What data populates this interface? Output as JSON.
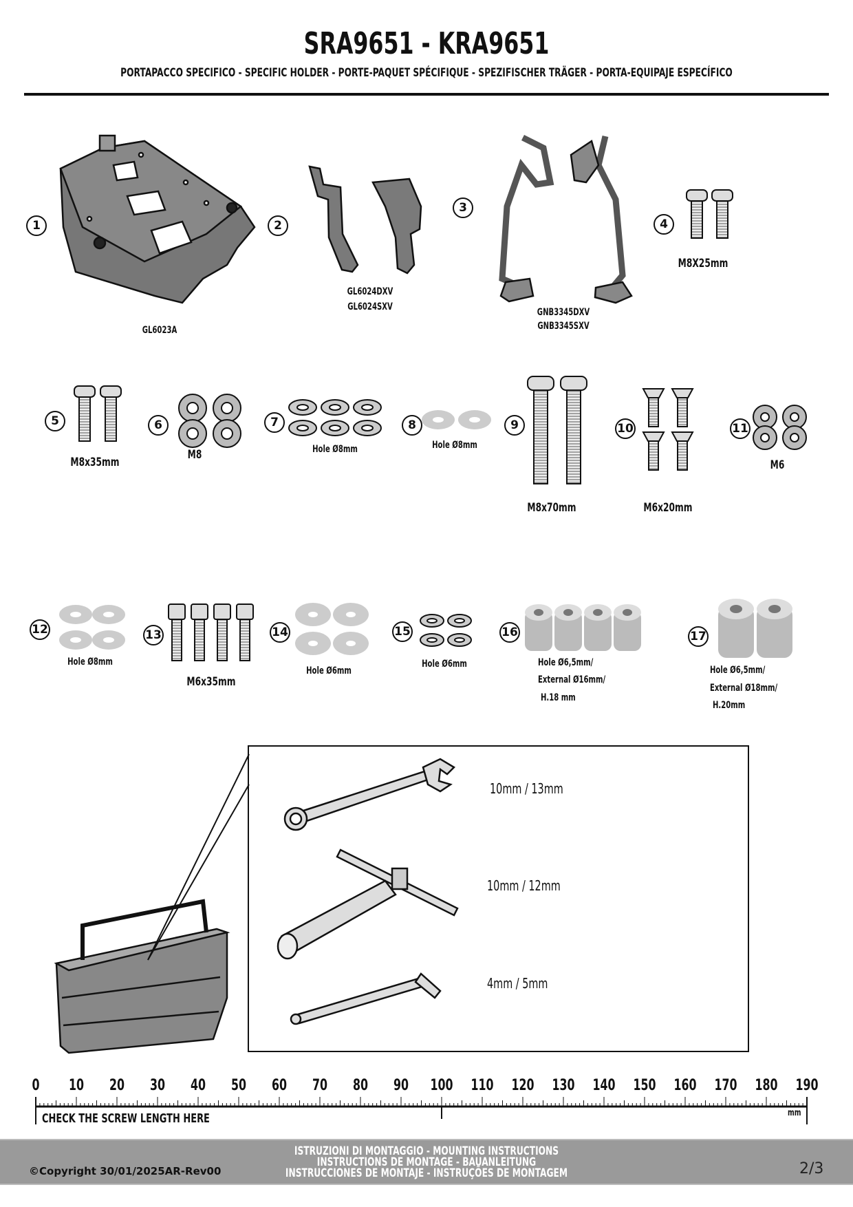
{
  "header": {
    "title": "SRA9651 - KRA9651",
    "subtitle": "PORTAPACCO SPECIFICO - SPECIFIC HOLDER - PORTE-PAQUET SPÉCIFIQUE - SPEZIFISCHER TRÄGER - PORTA-EQUIPAJE ESPECÍFICO"
  },
  "parts": [
    {
      "number": "1",
      "label": "GL6023A"
    },
    {
      "number": "2",
      "label": "GL6024DXV",
      "label2": "GL6024SXV"
    },
    {
      "number": "3",
      "label": "GNB3345DXV",
      "label2": "GNB3345SXV"
    },
    {
      "number": "4",
      "label": "M8X25mm"
    },
    {
      "number": "5",
      "label": "M8x35mm"
    },
    {
      "number": "6",
      "label": "M8"
    },
    {
      "number": "7",
      "label": "Hole Ø8mm"
    },
    {
      "number": "8",
      "label": "Hole Ø8mm"
    },
    {
      "number": "9",
      "label": "M8x70mm"
    },
    {
      "number": "10",
      "label": "M6x20mm"
    },
    {
      "number": "11",
      "label": "M6"
    },
    {
      "number": "12",
      "label": "Hole Ø8mm"
    },
    {
      "number": "13",
      "label": "M6x35mm"
    },
    {
      "number": "14",
      "label": "Hole Ø6mm"
    },
    {
      "number": "15",
      "label": "Hole Ø6mm"
    },
    {
      "number": "16",
      "label": "Hole Ø6,5mm/",
      "label2": "External Ø16mm/",
      "label3": "H.18 mm"
    },
    {
      "number": "17",
      "label": "Hole Ø6,5mm/",
      "label2": "External Ø18mm/",
      "label3": "H.20mm"
    }
  ],
  "tools": [
    {
      "label": "10mm / 13mm"
    },
    {
      "label": "10mm / 12mm"
    },
    {
      "label": "4mm / 5mm"
    }
  ],
  "ruler": {
    "labels": [
      "0",
      "10",
      "20",
      "30",
      "40",
      "50",
      "60",
      "70",
      "80",
      "90",
      "100",
      "110",
      "120",
      "130",
      "140",
      "150",
      "160",
      "170",
      "180",
      "190"
    ],
    "max_mm": 190,
    "caption": "CHECK THE SCREW LENGTH HERE",
    "unit": "mm"
  },
  "footer": {
    "line1": "ISTRUZIONI DI MONTAGGIO  -  MOUNTING INSTRUCTIONS",
    "line2": "INSTRUCTIONS DE MONTAGE - BAUANLEITUNG",
    "line3": "INSTRUCCIONES DE MONTAJE - INSTRUÇÕES DE MONTAGEM",
    "copyright": "©Copyright 30/01/2025AR-Rev00",
    "page": "2/3"
  }
}
